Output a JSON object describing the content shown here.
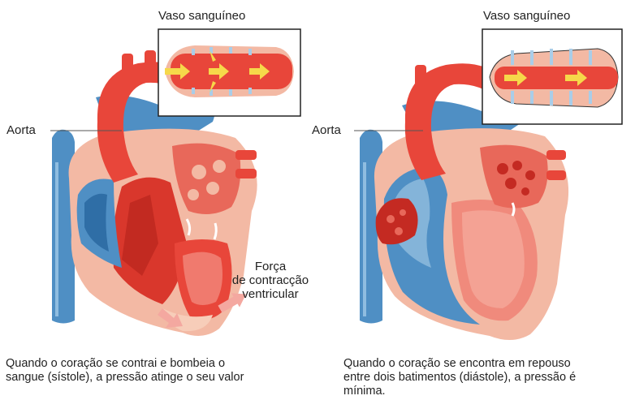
{
  "left": {
    "inset_title": "Vaso sanguíneo",
    "aorta_label": "Aorta",
    "force_label": [
      "Força",
      "de contracção",
      "ventricular"
    ],
    "caption": [
      "Quando o coração se contrai e bombeia o",
      "sangue (sístole), a pressão atinge o seu valor"
    ]
  },
  "right": {
    "inset_title": "Vaso sanguíneo",
    "aorta_label": "Aorta",
    "caption": [
      "Quando o coração se encontra em repouso",
      "entre dois batimentos (diástole), a pressão é",
      "mínima."
    ]
  },
  "colors": {
    "red": "#e8463a",
    "blue": "#4f8fc4",
    "light_blue": "#a9cde8",
    "muscle": "#f3b9a4",
    "arrow_yellow": "#f6d84a",
    "force_arrow": "#f4a8a0"
  }
}
